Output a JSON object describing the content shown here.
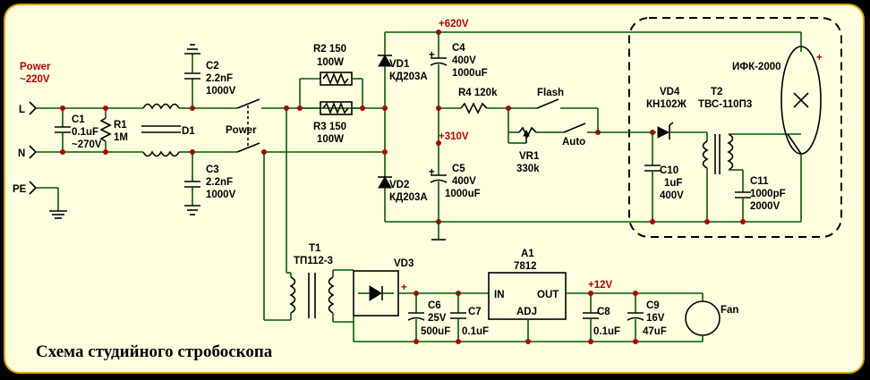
{
  "title": "Схема студийного стробоскопа",
  "labels": {
    "power_in": "Power",
    "power_in_v": "~220V",
    "L": "L",
    "N": "N",
    "PE": "PE",
    "C1": "C1",
    "C1_v1": "0.1uF",
    "C1_v2": "~270V",
    "R1": "R1",
    "R1_v": "1M",
    "C2": "C2",
    "C2_v1": "2.2nF",
    "C2_v2": "1000V",
    "C3": "C3",
    "C3_v1": "2.2nF",
    "C3_v2": "1000V",
    "D1": "D1",
    "power_sw": "Power",
    "R2": "R2  150",
    "R2_v": "100W",
    "R3": "R3  150",
    "R3_v": "100W",
    "plus620": "+620V",
    "plus310": "+310V",
    "VD1": "VD1",
    "VD1_t": "КД203А",
    "VD2": "VD2",
    "VD2_t": "КД203А",
    "C4": "C4",
    "C4_v1": "400V",
    "C4_v2": "1000uF",
    "C5": "C5",
    "C5_v1": "400V",
    "C5_v2": "1000uF",
    "R4": "R4  120k",
    "Flash": "Flash",
    "Auto": "Auto",
    "VR1": "VR1",
    "VR1_v": "330k",
    "VD4": "VD4",
    "VD4_t": "КН102Ж",
    "T2": "T2",
    "T2_t": "ТВС-110П3",
    "C10": "C10",
    "C10_v1": "1uF",
    "C10_v2": "400V",
    "C11": "C11",
    "C11_v1": "1000pF",
    "C11_v2": "2000V",
    "lamp": "ИФК-2000",
    "lamp_plus": "+",
    "T1": "T1",
    "T1_t": "ТП112-3",
    "VD3": "VD3",
    "plus_c6": "+",
    "C6": "C6",
    "C6_v1": "25V",
    "C6_v2": "500uF",
    "C7": "C7",
    "C7_v": "0.1uF",
    "A1": "A1",
    "A1_t": "7812",
    "IN": "IN",
    "OUT": "OUT",
    "ADJ": "ADJ",
    "plus12": "+12V",
    "C8": "C8",
    "C8_v": "0.1uF",
    "C9": "C9",
    "C9_v1": "16V",
    "C9_v2": "47uF",
    "Fan": "Fan"
  },
  "colors": {
    "wire": "#005a00",
    "junction": "#b40000",
    "board": "#ffffe0",
    "frame": "#d8a800"
  }
}
